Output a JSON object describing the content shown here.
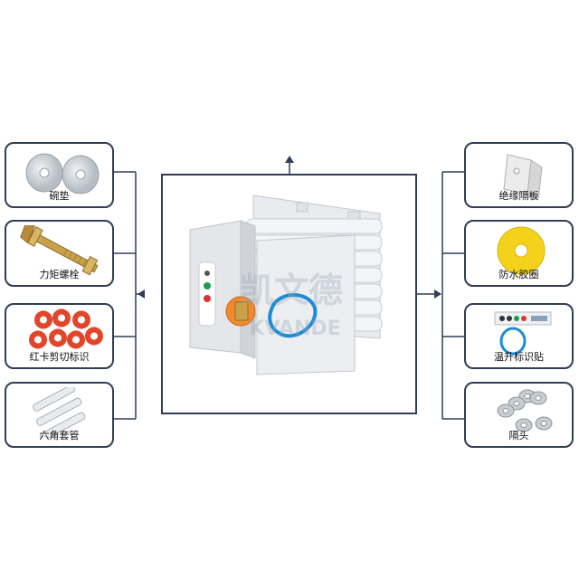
{
  "left_items": [
    {
      "label": "碗垫",
      "icon": "washer-pair-icon"
    },
    {
      "label": "力矩螺栓",
      "icon": "torque-bolt-icon"
    },
    {
      "label": "红卡剪切标识",
      "icon": "red-clip-marker-icon"
    },
    {
      "label": "六角套管",
      "icon": "hex-sleeve-icon"
    }
  ],
  "right_items": [
    {
      "label": "绝缘隔板",
      "icon": "insulation-plate-icon"
    },
    {
      "label": "防水胶圈",
      "icon": "waterproof-ring-icon"
    },
    {
      "label": "温升标识贴",
      "icon": "temperature-sticker-icon"
    },
    {
      "label": "隔头",
      "icon": "spacer-washers-icon"
    }
  ],
  "center": {
    "watermark": "凯文德",
    "watermark_en": "KVANDE",
    "icon": "busbar-joint-assembly-icon"
  },
  "colors": {
    "border": "#2f3e56",
    "washer_gray": "#c8cdd2",
    "bolt_gold": "#c9a14a",
    "marker_red": "#e2452a",
    "ring_yellow": "#f4d21c",
    "housing_gray": "#e4e6ea",
    "accent_orange": "#f08a2c",
    "accent_blue": "#1e8bd6"
  }
}
